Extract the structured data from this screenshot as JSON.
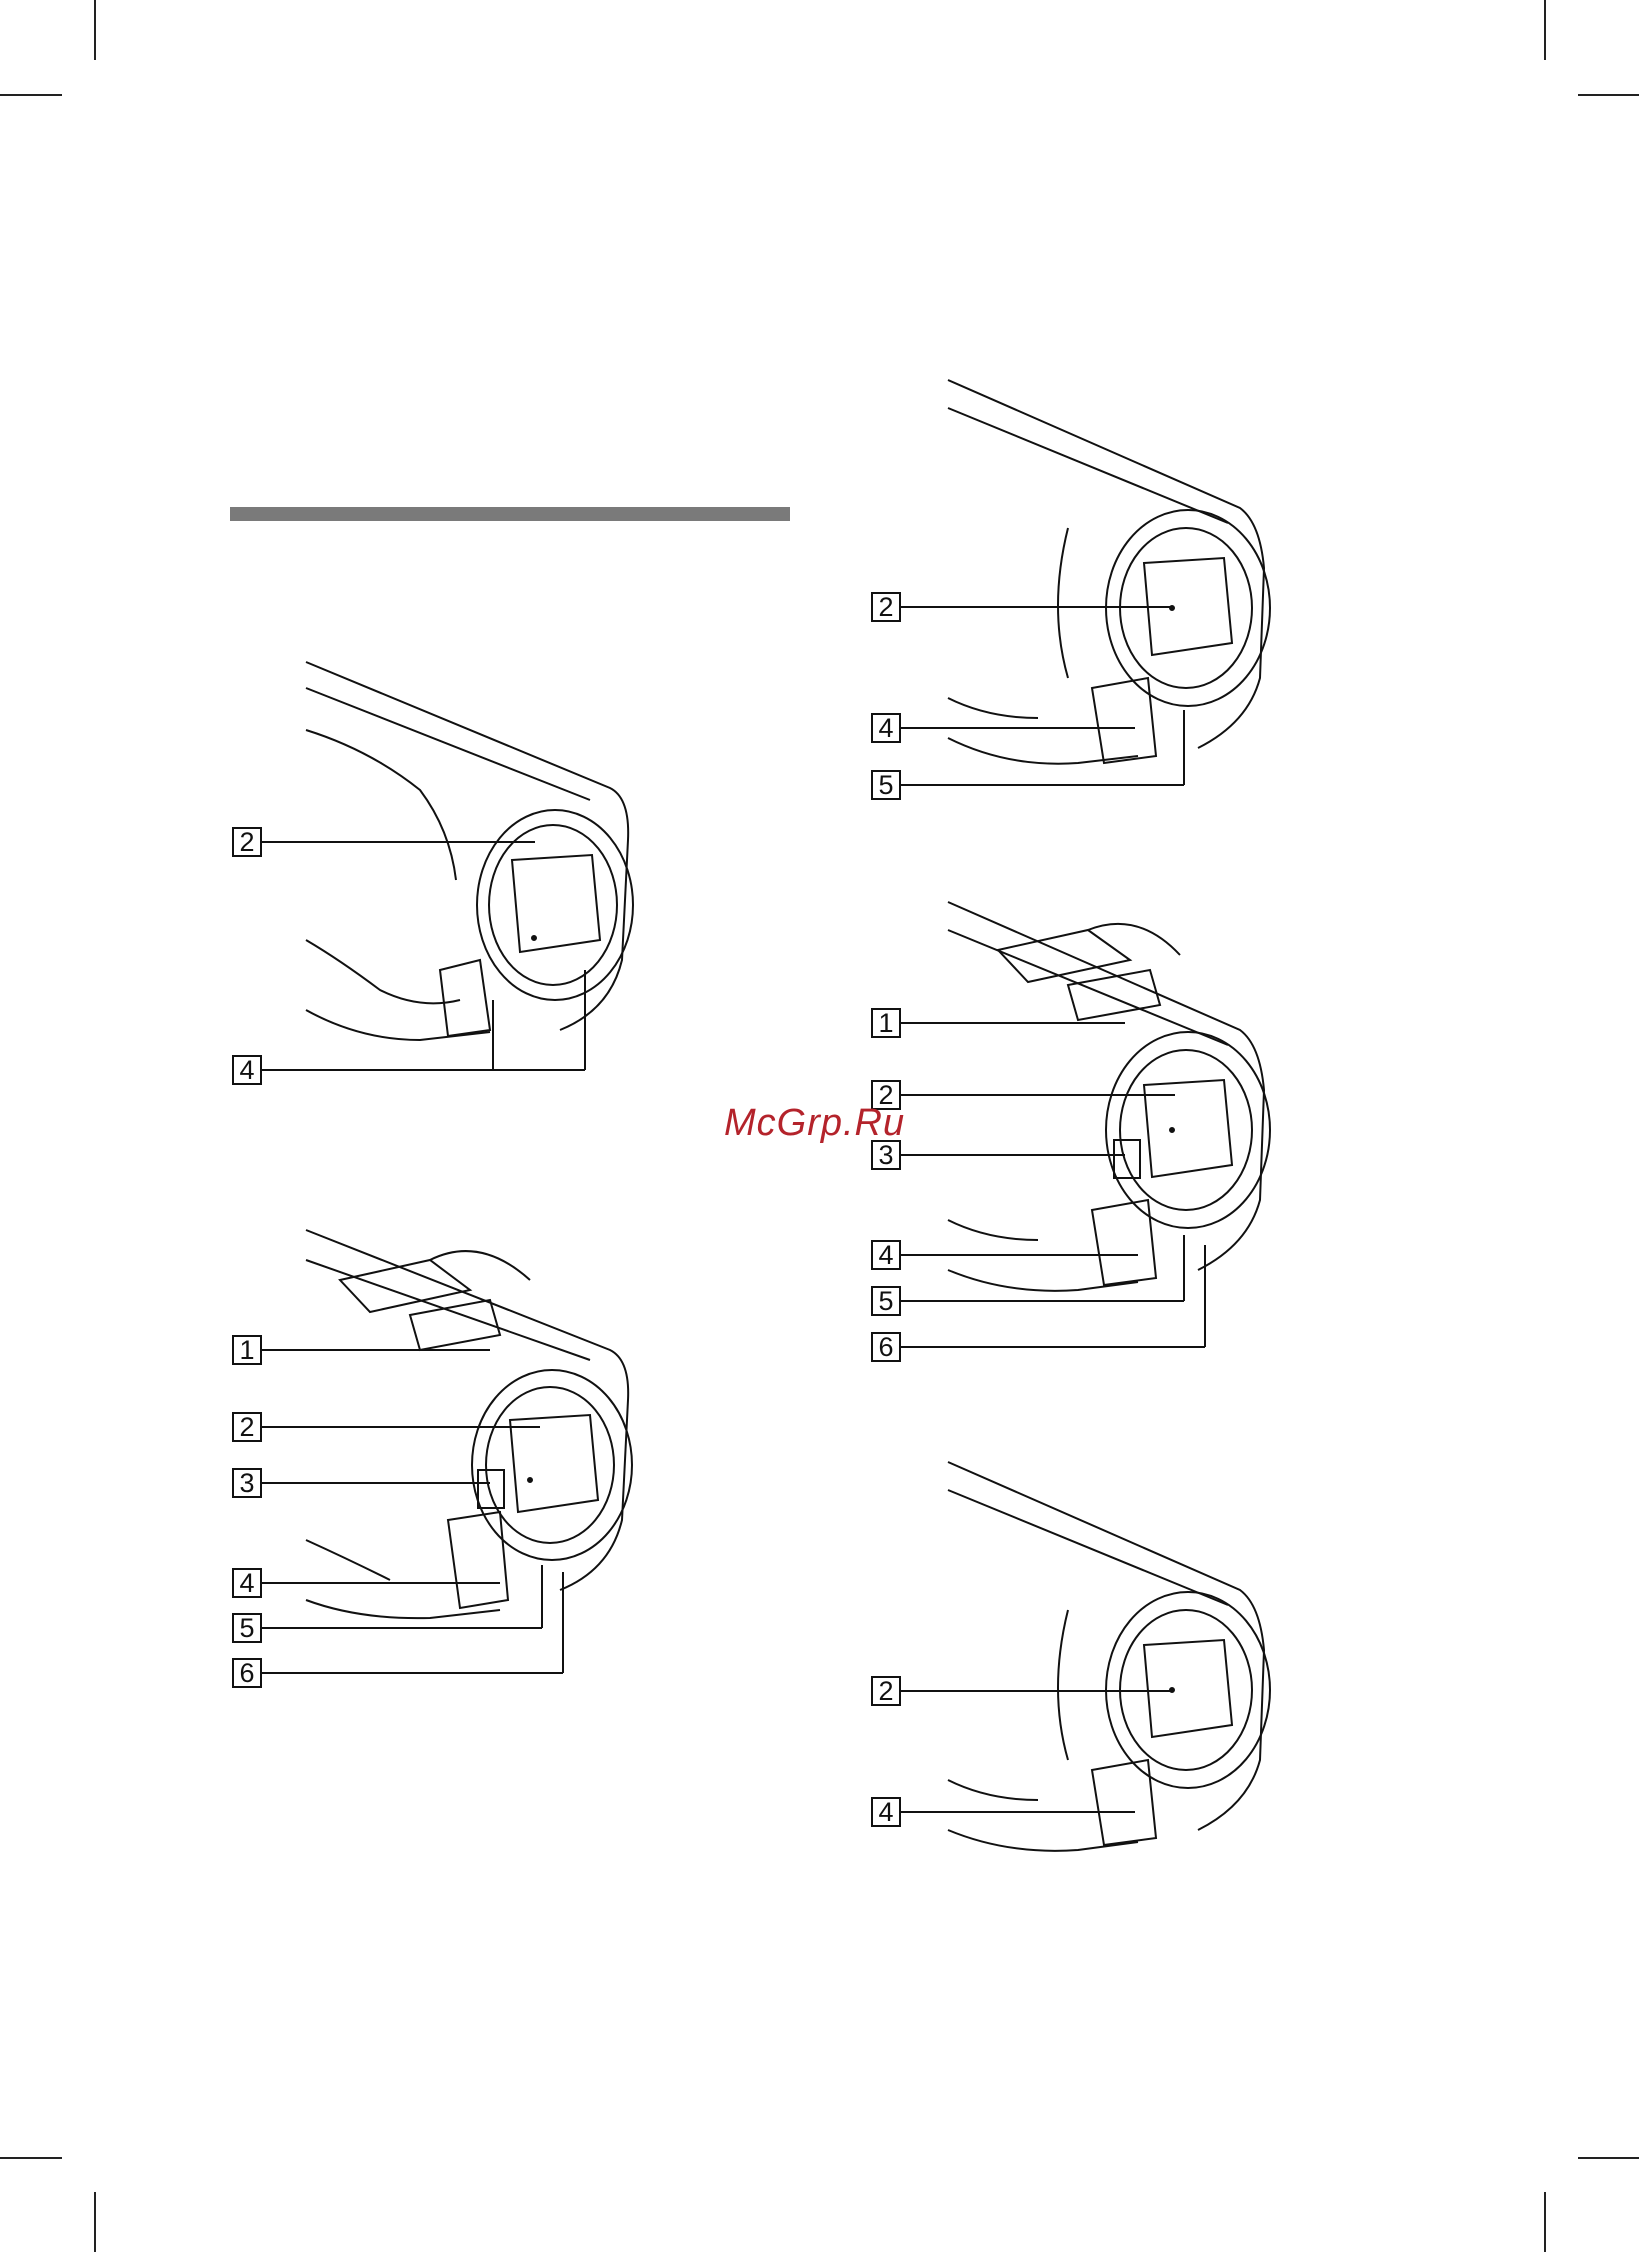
{
  "watermark": "McGrp.Ru",
  "figures": [
    {
      "id": "fig-top-left",
      "callouts": [
        "2",
        "4"
      ]
    },
    {
      "id": "fig-bottom-left",
      "callouts": [
        "1",
        "2",
        "3",
        "4",
        "5",
        "6"
      ]
    },
    {
      "id": "fig-top-right",
      "callouts": [
        "2",
        "4",
        "5"
      ]
    },
    {
      "id": "fig-middle-right",
      "callouts": [
        "1",
        "2",
        "3",
        "4",
        "5",
        "6"
      ]
    },
    {
      "id": "fig-bottom-right",
      "callouts": [
        "2",
        "4"
      ]
    }
  ],
  "colors": {
    "line": "#111111",
    "rule": "#7a7a7a",
    "watermark": "#b4232b"
  }
}
